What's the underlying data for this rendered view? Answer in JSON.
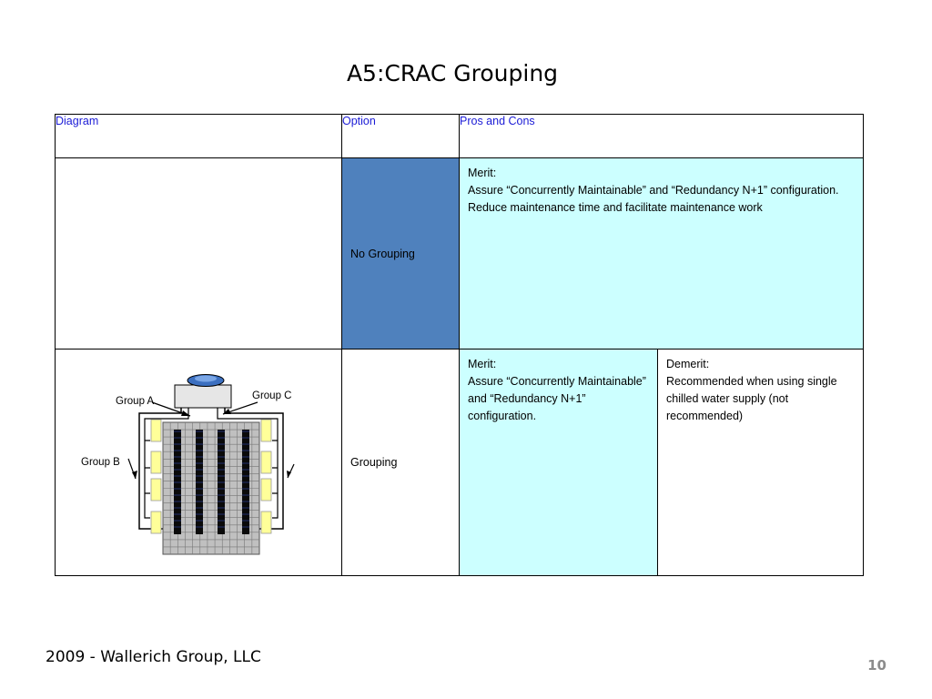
{
  "slide": {
    "title": "A5:CRAC Grouping",
    "footer": "2009 - Wallerich Group, LLC",
    "page_number": "10"
  },
  "table": {
    "headers": {
      "diagram": "Diagram",
      "option": "Option",
      "pros_cons": "Pros and Cons"
    },
    "rows": [
      {
        "option": "No Grouping",
        "merit": "Merit:\nAssure “Concurrently Maintainable” and “Redundancy N+1” configuration. Reduce maintenance time and facilitate maintenance work"
      },
      {
        "option": "Grouping",
        "merit": "Merit:\nAssure “Concurrently Maintainable” and “Redundancy N+1” configuration.",
        "demerit": "Demerit:\nRecommended when using single chilled water supply (not recommended)"
      }
    ]
  },
  "diagram": {
    "group_a": "Group A",
    "group_b": "Group B",
    "group_c": "Group C"
  },
  "colors": {
    "header_text": "#1b1bd6",
    "option_highlight": "#4f81bd",
    "pros_cons_fill": "#ccffff",
    "unit_fill": "#ffff99",
    "rack_fill": "#c0c0c0"
  }
}
